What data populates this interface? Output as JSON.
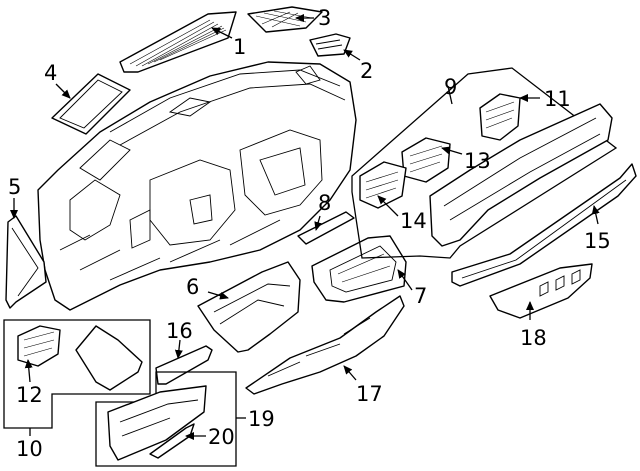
{
  "diagram": {
    "callouts": [
      {
        "id": "c1",
        "label": "1"
      },
      {
        "id": "c2",
        "label": "2"
      },
      {
        "id": "c3",
        "label": "3"
      },
      {
        "id": "c4",
        "label": "4"
      },
      {
        "id": "c5",
        "label": "5"
      },
      {
        "id": "c6",
        "label": "6"
      },
      {
        "id": "c7",
        "label": "7"
      },
      {
        "id": "c8",
        "label": "8"
      },
      {
        "id": "c9",
        "label": "9"
      },
      {
        "id": "c10",
        "label": "10"
      },
      {
        "id": "c11",
        "label": "11"
      },
      {
        "id": "c12",
        "label": "12"
      },
      {
        "id": "c13",
        "label": "13"
      },
      {
        "id": "c14",
        "label": "14"
      },
      {
        "id": "c15",
        "label": "15"
      },
      {
        "id": "c16",
        "label": "16"
      },
      {
        "id": "c17",
        "label": "17"
      },
      {
        "id": "c18",
        "label": "18"
      },
      {
        "id": "c19",
        "label": "19"
      },
      {
        "id": "c20",
        "label": "20"
      }
    ],
    "colors": {
      "line": "#000000",
      "background": "#ffffff"
    }
  }
}
